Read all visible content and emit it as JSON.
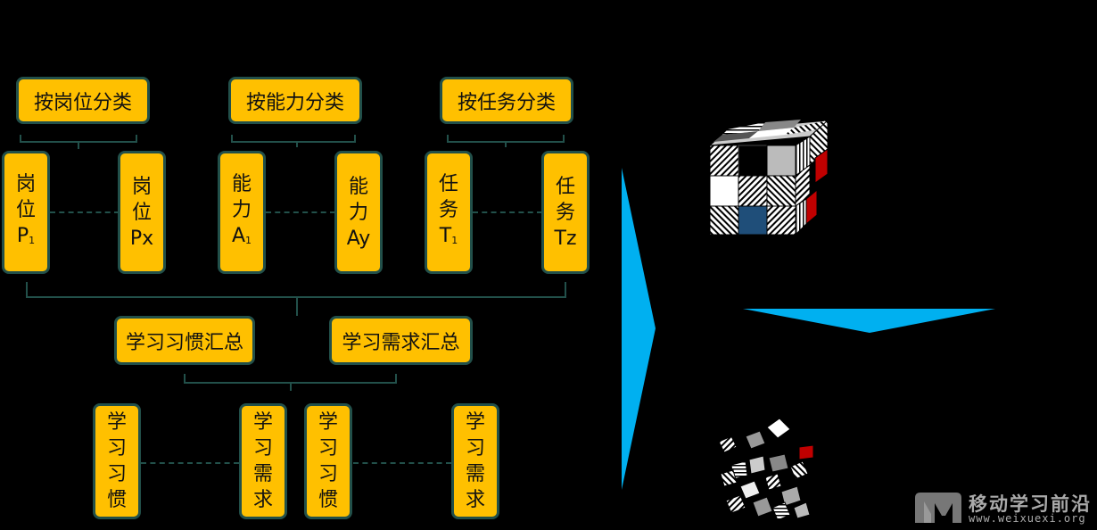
{
  "categories": [
    {
      "label": "按岗位分类"
    },
    {
      "label": "按能力分类"
    },
    {
      "label": "按任务分类"
    }
  ],
  "items_row1": [
    {
      "l1": "岗",
      "l2": "位",
      "l3": "P",
      "sub": "1"
    },
    {
      "l1": "岗",
      "l2": "位",
      "l3": "Px",
      "sub": ""
    },
    {
      "l1": "能",
      "l2": "力",
      "l3": "A",
      "sub": "1"
    },
    {
      "l1": "能",
      "l2": "力",
      "l3": "Ay",
      "sub": ""
    },
    {
      "l1": "任",
      "l2": "务",
      "l3": "T",
      "sub": "1"
    },
    {
      "l1": "任",
      "l2": "务",
      "l3": "Tz",
      "sub": ""
    }
  ],
  "summaries": [
    {
      "label": "学习习惯汇总"
    },
    {
      "label": "学习需求汇总"
    }
  ],
  "items_row2": [
    {
      "l1": "学",
      "l2": "习",
      "l3": "习",
      "l4": "惯"
    },
    {
      "l1": "学",
      "l2": "习",
      "l3": "需",
      "l4": "求"
    },
    {
      "l1": "学",
      "l2": "习",
      "l3": "习",
      "l4": "惯"
    },
    {
      "l1": "学",
      "l2": "习",
      "l3": "需",
      "l4": "求"
    }
  ],
  "watermark": {
    "title": "移动学习前沿",
    "url": "www.weixuexi.org"
  },
  "colors": {
    "box_fill": "#FFC000",
    "box_border": "#22504A",
    "arrow": "#00B0F0",
    "cube_red": "#C00000",
    "cube_blue": "#1F4E79"
  },
  "icons": [
    "rubiks-cube-icon",
    "scattered-cubes-icon",
    "watermark-logo-icon"
  ]
}
